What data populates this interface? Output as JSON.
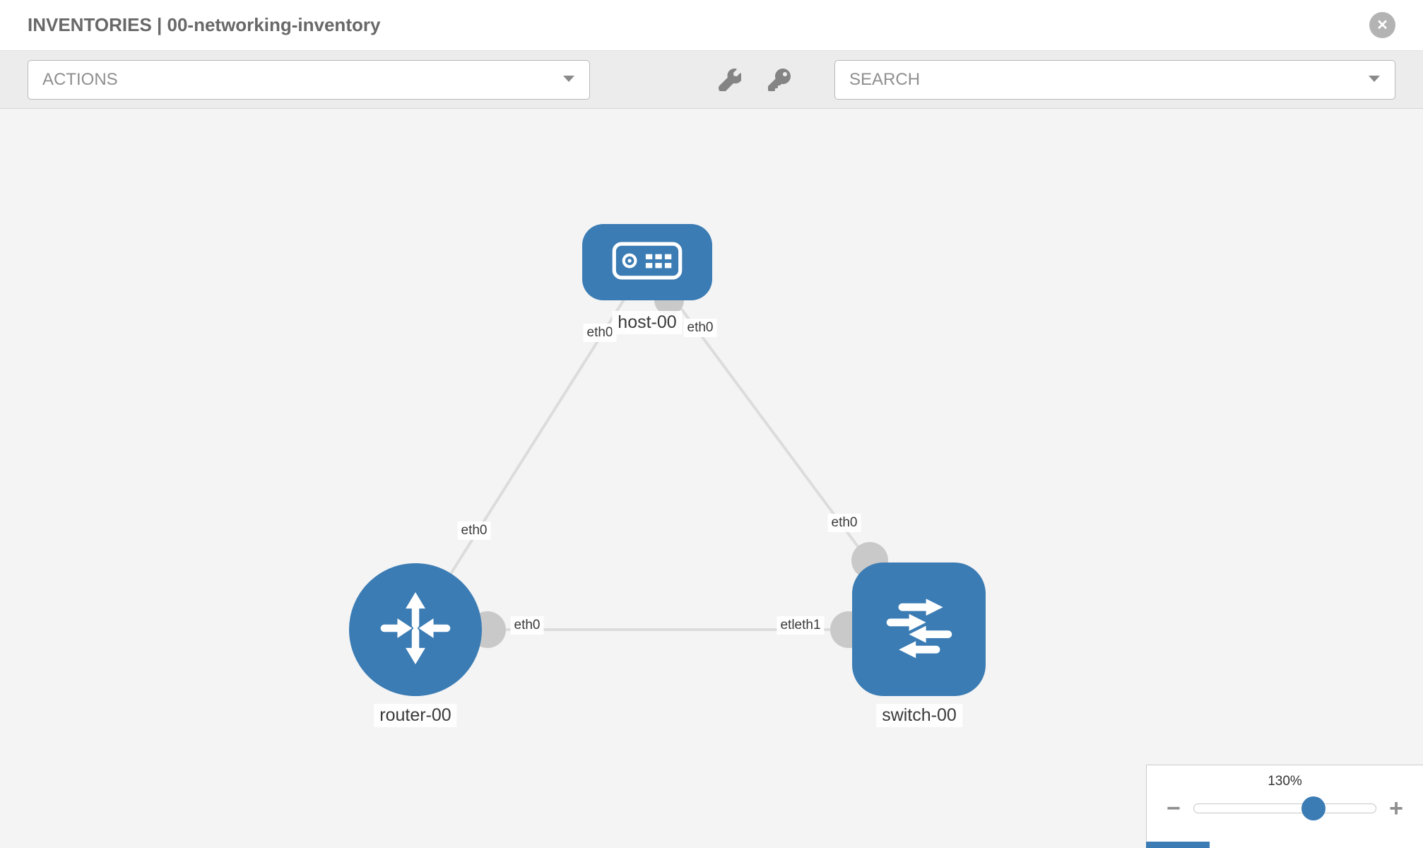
{
  "header": {
    "title": "INVENTORIES | 00-networking-inventory",
    "close_glyph": "✕"
  },
  "toolbar": {
    "actions_label": "ACTIONS",
    "search_label": "SEARCH"
  },
  "canvas": {
    "nodes": [
      {
        "label": "host-00",
        "type": "host"
      },
      {
        "label": "router-00",
        "type": "router"
      },
      {
        "label": "switch-00",
        "type": "switch"
      }
    ],
    "interface_labels": [
      "eth0",
      "eth0",
      "eth0",
      "eth0",
      "eth0",
      "etleth1"
    ]
  },
  "zoom": {
    "percent": "130%",
    "minus_glyph": "−",
    "plus_glyph": "+"
  },
  "colors": {
    "node_blue": "#3b7cb4",
    "link_gray": "#dcdcdc",
    "endpoint_gray": "#c9c9c9",
    "toolbar_bg": "#ececec",
    "canvas_bg": "#f4f4f4"
  }
}
